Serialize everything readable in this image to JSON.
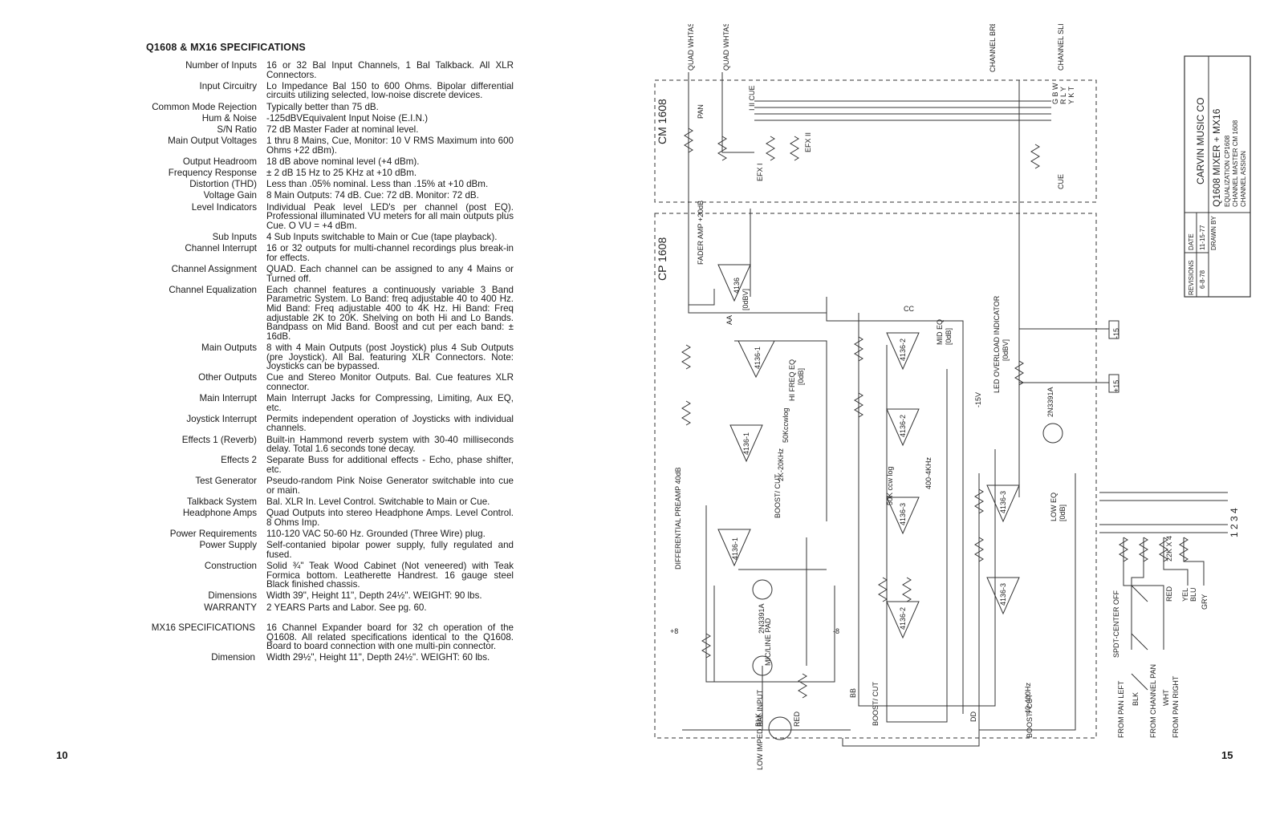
{
  "left_page": {
    "title": "Q1608 & MX16 SPECIFICATIONS",
    "page_number": "10",
    "specs": [
      {
        "label": "Number of Inputs",
        "value": "16 or 32 Bal Input Channels, 1 Bal Talkback. All XLR Connectors."
      },
      {
        "label": "Input Circuitry",
        "value": "Lo Impedance Bal 150 to 600 Ohms. Bipolar differential circuits utilizing selected, low-noise discrete devices."
      },
      {
        "label": "Common Mode Rejection",
        "value": "Typically better than 75 dB."
      },
      {
        "label": "Hum & Noise",
        "value": "-125dBVEquivalent Input Noise (E.I.N.)"
      },
      {
        "label": "S/N Ratio",
        "value": "72 dB Master Fader at nominal level."
      },
      {
        "label": "Main Output Voltages",
        "value": "1 thru 8 Mains, Cue, Monitor: 10 V RMS Maximum into 600 Ohms +22 dBm)."
      },
      {
        "label": "Output Headroom",
        "value": "18 dB above nominal level (+4 dBm)."
      },
      {
        "label": "Frequency Response",
        "value": "± 2 dB 15 Hz to 25 KHz at +10 dBm."
      },
      {
        "label": "Distortion (THD)",
        "value": "Less than .05% nominal. Less than .15% at +10 dBm."
      },
      {
        "label": "Voltage Gain",
        "value": "8 Main Outputs: 74 dB. Cue: 72 dB. Monitor: 72 dB."
      },
      {
        "label": "Level Indicators",
        "value": "Individual Peak level LED's per channel (post EQ). Professional illuminated VU meters for all main outputs plus Cue. O VU = +4 dBm."
      },
      {
        "label": "Sub Inputs",
        "value": "4 Sub Inputs switchable to Main or Cue (tape playback)."
      },
      {
        "label": "Channel Interrupt",
        "value": "16 or 32 outputs for multi-channel recordings plus break-in for effects."
      },
      {
        "label": "Channel Assignment",
        "value": "QUAD. Each channel can be assigned to any 4 Mains or Turned off."
      },
      {
        "label": "Channel Equalization",
        "value": "Each channel features a continuously variable 3 Band Parametric System. Lo Band: freq adjustable 40 to 400 Hz. Mid Band: Freq adjustable 400 to 4K Hz. Hi Band: Freq adjustable 2K to 20K. Shelving on both Hi and Lo Bands. Bandpass on Mid Band. Boost and cut per each band: ± 16dB."
      },
      {
        "label": "Main Outputs",
        "value": "8 with 4 Main Outputs (post Joystick) plus 4 Sub Outputs (pre Joystick). All Bal. featuring XLR Connectors. Note: Joysticks can be bypassed."
      },
      {
        "label": "Other Outputs",
        "value": "Cue and Stereo Monitor Outputs. Bal. Cue features XLR connector."
      },
      {
        "label": "Main Interrupt",
        "value": "Main Interrupt Jacks for Compressing, Limiting, Aux EQ, etc."
      },
      {
        "label": "Joystick Interrupt",
        "value": "Permits independent operation of Joysticks with individual channels."
      },
      {
        "label": "Effects 1 (Reverb)",
        "value": "Built-in Hammond reverb system with 30-40 milliseconds delay. Total 1.6 seconds tone decay."
      },
      {
        "label": "Effects 2",
        "value": "Separate Buss for additional effects - Echo, phase shifter, etc."
      },
      {
        "label": "Test Generator",
        "value": "Pseudo-random Pink Noise Generator switchable into cue or main."
      },
      {
        "label": "Talkback System",
        "value": "Bal. XLR In. Level Control. Switchable to Main or Cue."
      },
      {
        "label": "Headphone Amps",
        "value": "Quad Outputs into stereo Headphone Amps. Level Control. 8 Ohms Imp."
      },
      {
        "label": "Power Requirements",
        "value": "110-120 VAC 50-60 Hz. Grounded (Three Wire) plug."
      },
      {
        "label": "Power Supply",
        "value": "Self-contanied bipolar power supply, fully regulated and fused."
      },
      {
        "label": "Construction",
        "value": "Solid ¾\" Teak Wood Cabinet (Not veneered) with Teak Formica bottom. Leatherette Handrest. 16 gauge steel Black finished chassis."
      },
      {
        "label": "Dimensions",
        "value": "Width 39\", Height 11\", Depth 24½\". WEIGHT: 90 lbs."
      },
      {
        "label": "WARRANTY",
        "value": "2 YEARS Parts and Labor. See pg. 60."
      }
    ],
    "mx16": [
      {
        "label": "MX16 SPECIFICATIONS",
        "value": "16 Channel Expander board for 32 ch operation of the Q1608. All related specifications identical to the Q1608. Board to board connection with one multi-pin connector."
      },
      {
        "label": "Dimension",
        "value": "Width 29½\", Height 11\", Depth 24½\". WEIGHT: 60 lbs."
      }
    ]
  },
  "right_page": {
    "page_number": "15",
    "block_labels": {
      "cm": "CM 1608",
      "cp": "CP 1608"
    },
    "labels": {
      "quad_left": "QUAD WHTASSN LEFT",
      "quad_right": "QUAD WHTASSN RIGHT",
      "channel_break": "CHANNEL BREAK INPUT",
      "channel_slider": "CHANNEL SLIDER",
      "pan": "PAN",
      "cue": "CUE",
      "cue2": "CUE",
      "i_ii_cue": "I II CUE",
      "efx_i": "EFX I",
      "efx_ii": "EFX II",
      "fader_amp": "FADER AMP +20dB",
      "zero_db_v": "[0dBV]",
      "hi_freq_eq": "HI FREQ EQ",
      "zero_db_a": "[0dB]",
      "mid_eq": "MID EQ",
      "zero_db_b": "[0dB]",
      "low_eq": "LOW EQ",
      "zero_db_c": "[0dB]",
      "diff_preamp": "DIFFERENTIAL PREAMP 40dB",
      "mic_line_pad": "MIC/LINE PAD",
      "boost_cut_a": "BOOST/ CUT",
      "boost_cut_b": "BOOST/ CUT",
      "boost_cut_c": "BOOST/ CUT",
      "led_overload": "LED OVERLOAD INDICATOR",
      "zero_dbv_b": "[0dBV]",
      "low_imped": "LOW IMPED BAL INPUT",
      "blk": "BLK",
      "red": "RED",
      "plus8": "+8",
      "minus8": "-8",
      "plus15": "+15",
      "minus15": "-15",
      "minus15v": "-15V",
      "net_aa": "AA",
      "net_bb": "BB",
      "net_cc": "CC",
      "net_dd": "DD",
      "op_a": "4136",
      "op_b": "4136-1",
      "op_c": "4136-2",
      "op_d": "4136-3",
      "op_e": "4136-2",
      "op_f": "4136-3",
      "range_hi": "2K-20KHz",
      "range_mid": "400-4KHz",
      "range_low": "40-400Hz",
      "r50k_ccw": "50Kccwlog",
      "r50k_ccw2": "50K ccw log",
      "spdt": "SPDT-CENTER OFF",
      "from_pan_left": "FROM PAN LEFT",
      "from_channel_pan": "FROM CHANNEL PAN",
      "from_pan_right": "FROM PAN RIGHT",
      "wire_blk": "BLK",
      "wire_wht": "WHT",
      "wire_red": "RED",
      "wire_yel": "YEL",
      "wire_blu": "BLU",
      "wire_gry": "GRY",
      "r22k4": "22K X 4",
      "ch_1234": "1 2 3 4",
      "trans_a": "2N3391A",
      "trans_b": "2N3391A",
      "gbw": "G B W",
      "rly": "R L Y",
      "y_k_t": "Y K T"
    },
    "title_block": {
      "company": "CARVIN MUSIC CO",
      "model": "Q1608 MIXER + MX16",
      "line1": "EQUALIZATION CP1608",
      "line2": "CHANNEL MASTER CM 1608",
      "line3": "CHANNEL ASSIGN",
      "date_label": "DATE",
      "date": "11-15-77",
      "drawn_label": "DRAWN BY",
      "revisions_label": "REVISIONS",
      "rev1": "6-8-78"
    }
  }
}
